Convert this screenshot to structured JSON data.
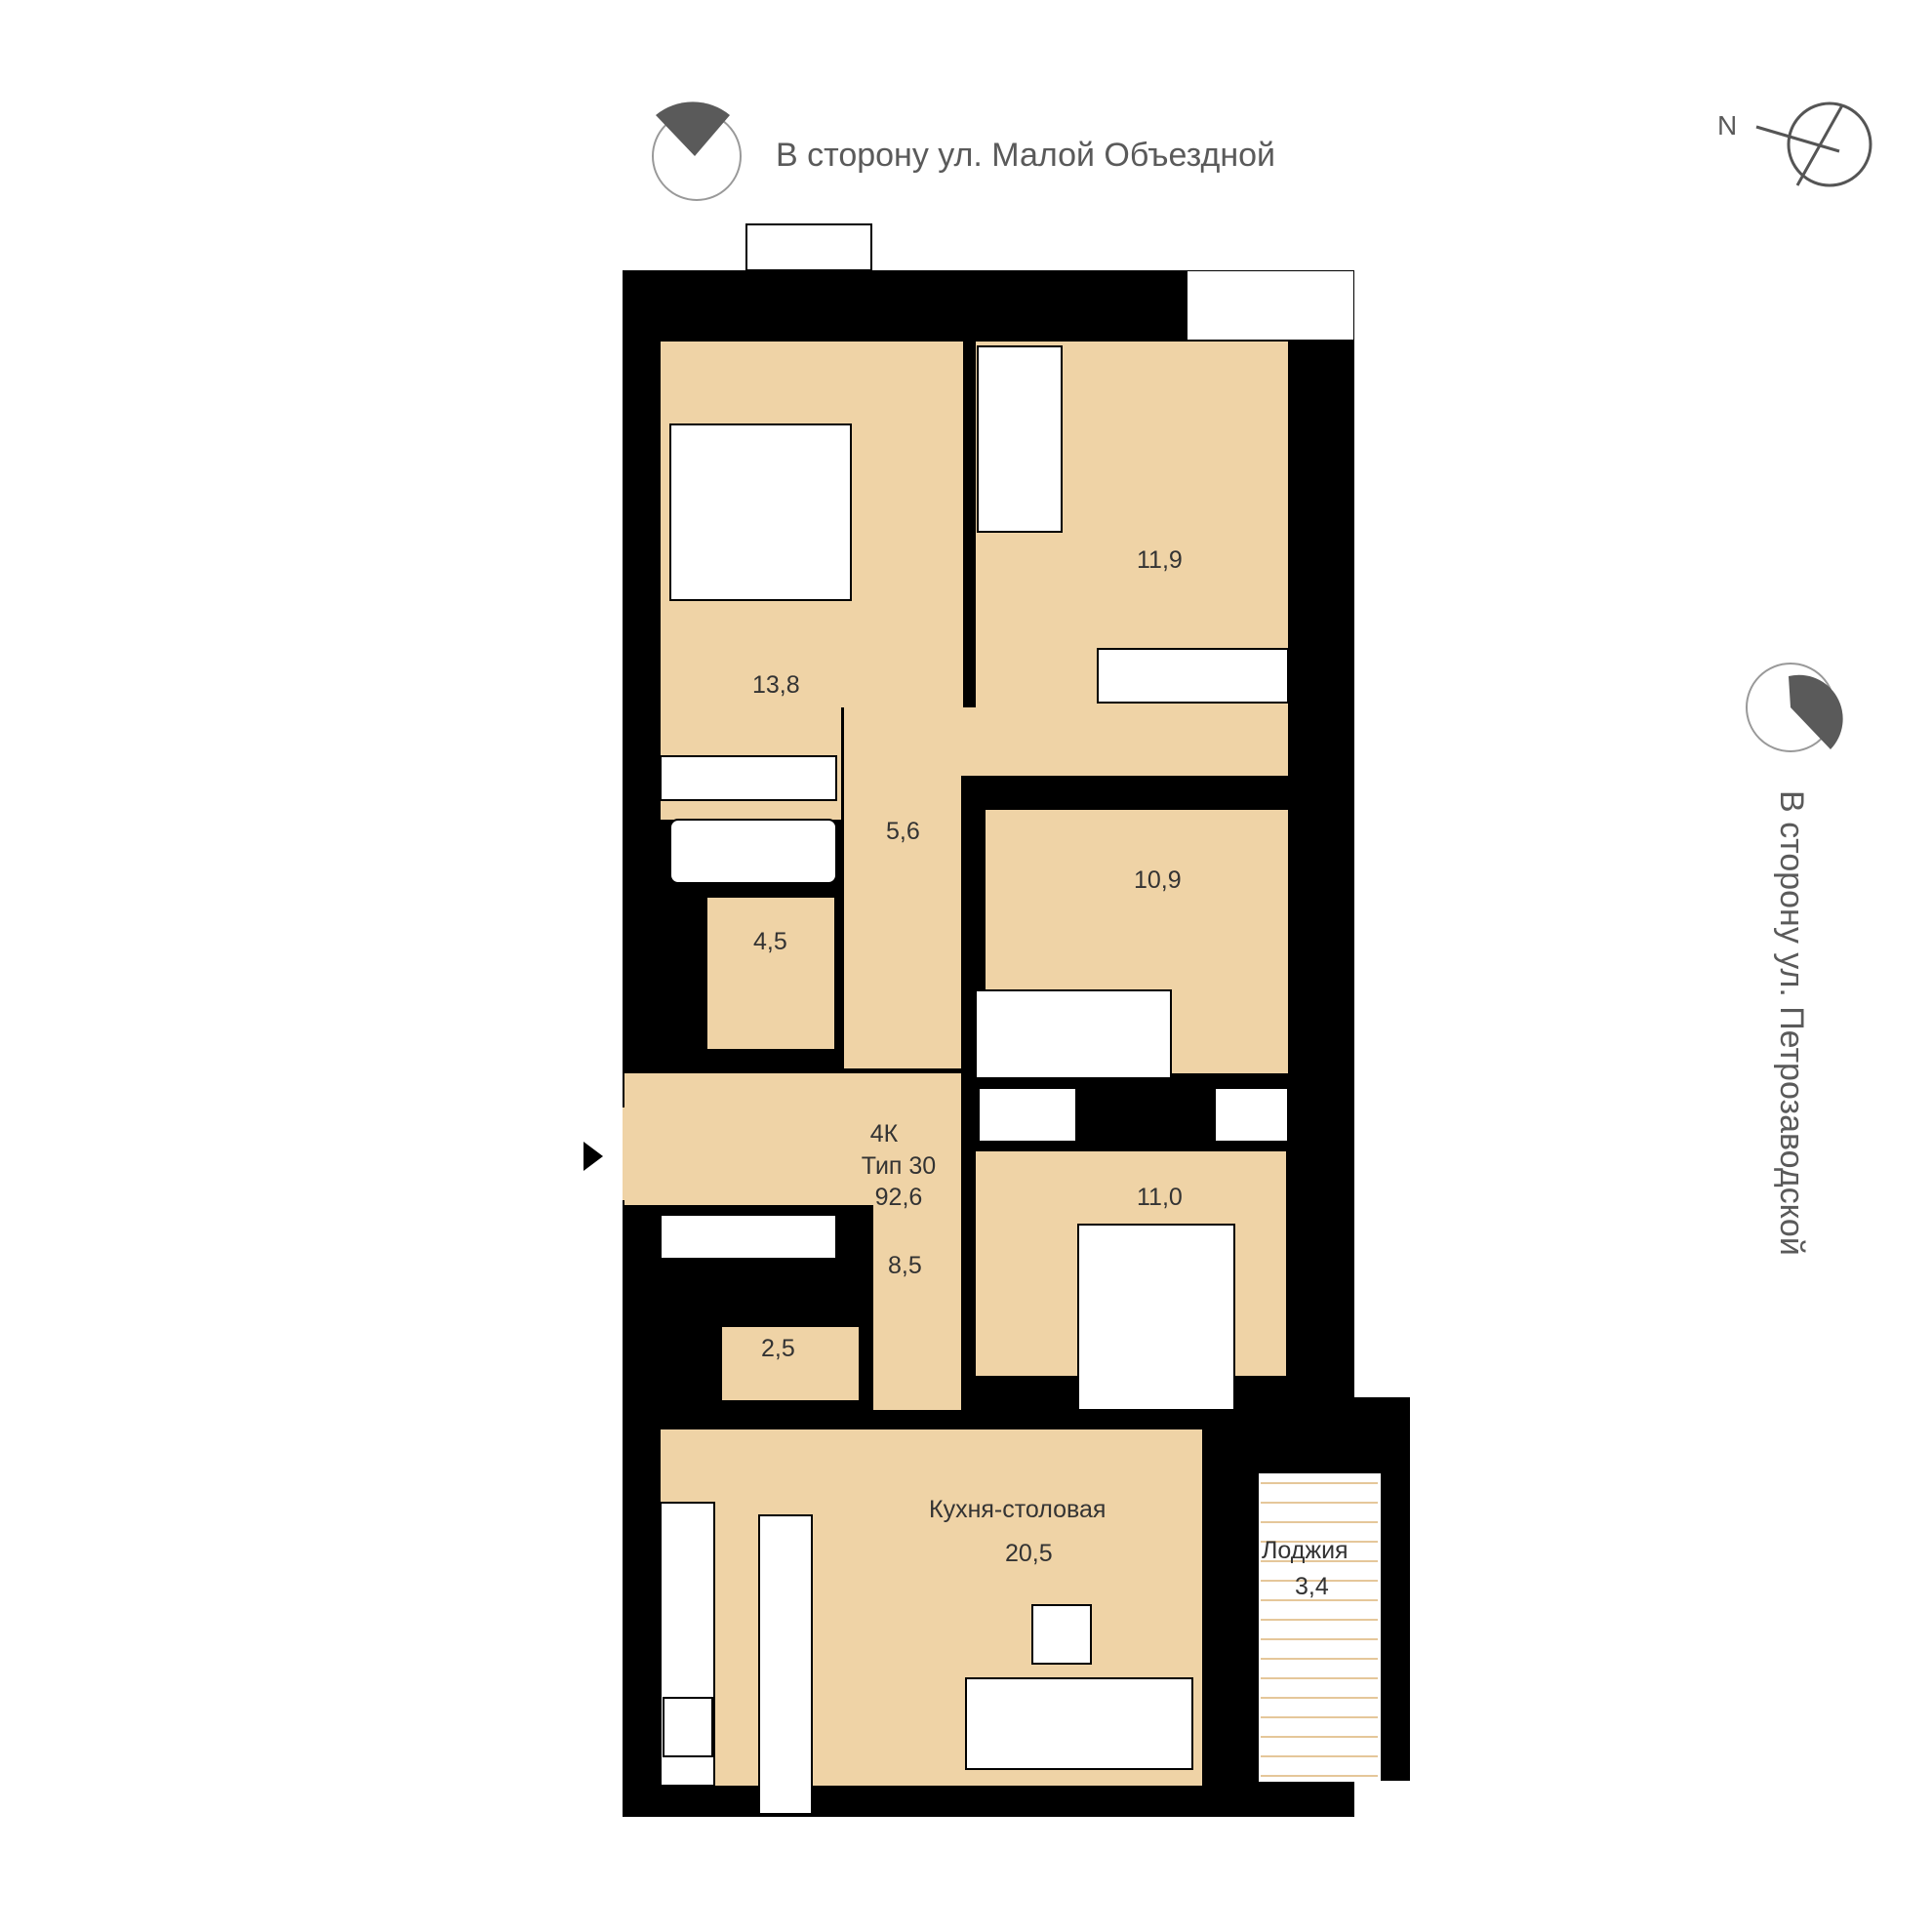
{
  "orientation": {
    "top_direction": "В сторону ул. Малой Объездной",
    "right_direction": "В сторону ул. Петрозаводской",
    "compass": "N"
  },
  "apartment": {
    "rooms_code": "4К",
    "type": "Тип 30",
    "total_area": "92,6"
  },
  "rooms": {
    "bedroom_1": "13,8",
    "bedroom_2": "11,9",
    "hall_1": "5,6",
    "bedroom_3": "10,9",
    "bathroom": "4,5",
    "bedroom_4": "11,0",
    "hall_2": "8,5",
    "wc": "2,5",
    "kitchen_name": "Кухня-столовая",
    "kitchen_area": "20,5",
    "loggia_name": "Лоджия",
    "loggia_area": "3,4"
  },
  "colors": {
    "floor": "#efd3a6",
    "wall": "#000000",
    "accent_gray": "#5a5a5a"
  }
}
